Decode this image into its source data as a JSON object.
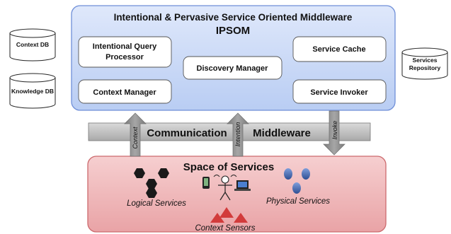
{
  "middleware": {
    "title_line1": "Intentional & Pervasive Service Oriented Middleware",
    "title_line2": "IPSOM",
    "intentional_query_processor_l1": "Intentional Query",
    "intentional_query_processor_l2": "Processor",
    "discovery_manager": "Discovery Manager",
    "service_cache": "Service Cache",
    "context_manager": "Context Manager",
    "service_invoker": "Service Invoker"
  },
  "databases": {
    "context_db": "Context DB",
    "knowledge_db": "Knowledge DB",
    "services_repository_l1": "Services",
    "services_repository_l2": "Repository"
  },
  "communication": {
    "label_part1": "Communication",
    "label_part2": "Middleware"
  },
  "arrows": {
    "context": "Context",
    "intention": "Intention",
    "invoke": "Invoke"
  },
  "space": {
    "title": "Space of Services",
    "logical_services": "Logical Services",
    "physical_services": "Physical Services",
    "context_sensors": "Context Sensors"
  },
  "colors": {
    "middleware_fill": "#c9d8f6",
    "middleware_stroke": "#6f8fd8",
    "space_fill": "#eeb6b8",
    "space_stroke": "#cc6a6e",
    "comm_bar_fill": "#c3c3c3",
    "arrow_fill": "#8c8c8c",
    "hexagon_fill": "#1a1a1a",
    "physical_blob_fill": "#3a5fa8",
    "sensor_fill": "#d23b3b"
  }
}
